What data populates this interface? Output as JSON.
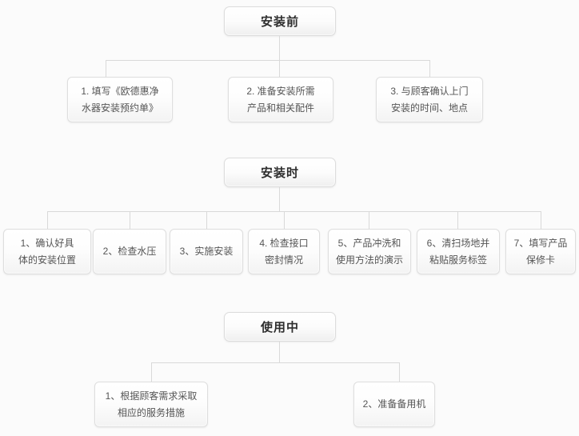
{
  "diagram": {
    "title_visible": false,
    "background_color": "#fbfbfb",
    "box_border_color": "#dedede",
    "connector_color": "#d9d9d9",
    "header_text_color": "#2e2e2e",
    "item_text_color": "#555555"
  },
  "sections": [
    {
      "id": "before-installation",
      "header": "安装前",
      "items": [
        {
          "id": "b1",
          "text": "1. 填写《欧德惠净\n水器安装预约单》"
        },
        {
          "id": "b2",
          "text": "2. 准备安装所需\n产品和相关配件"
        },
        {
          "id": "b3",
          "text": "3. 与顾客确认上门\n安装的时间、地点"
        }
      ]
    },
    {
      "id": "during-installation",
      "header": "安装时",
      "items": [
        {
          "id": "d1",
          "text": "1、确认好具\n体的安装位置"
        },
        {
          "id": "d2",
          "text": "2、检查水压"
        },
        {
          "id": "d3",
          "text": "3、实施安装"
        },
        {
          "id": "d4",
          "text": "4. 检查接口\n密封情况"
        },
        {
          "id": "d5",
          "text": "5、产品冲洗和\n使用方法的演示"
        },
        {
          "id": "d6",
          "text": "6、清扫场地并\n粘贴服务标签"
        },
        {
          "id": "d7",
          "text": "7、填写产品\n保修卡"
        }
      ]
    },
    {
      "id": "in-use",
      "header": "使用中",
      "items": [
        {
          "id": "u1",
          "text": "1、根据顾客需求采取\n相应的服务措施"
        },
        {
          "id": "u2",
          "text": "2、准备备用机"
        }
      ]
    }
  ]
}
